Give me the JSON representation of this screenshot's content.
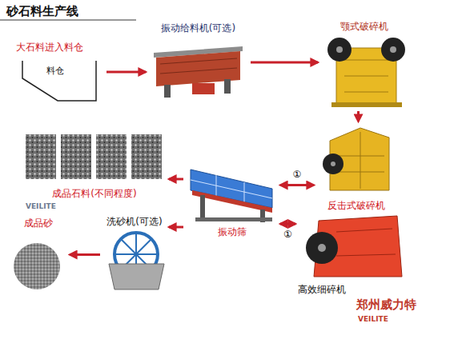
{
  "diagram": {
    "title": "砂石料生产线",
    "nodes": [
      {
        "text": [
          "大石料进入料仓",
          "料仓"
        ]
      },
      {
        "text": [
          "振动给料机(可选)"
        ]
      },
      {
        "text": [
          "颚式破碎机"
        ]
      },
      {
        "text": [
          "反击式破碎机"
        ]
      },
      {
        "text": [
          "振动筛"
        ]
      },
      {
        "text": [
          "高效细碎机"
        ]
      },
      {
        "text": [
          "成品石料(不同程度)"
        ]
      },
      {
        "text": [
          "洗砂机(可选)"
        ]
      },
      {
        "text": [
          "成品砂"
        ]
      }
    ],
    "edges": [
      {
        "from": 0,
        "to": 1,
        "arrow": "to"
      },
      {
        "from": 1,
        "to": 2,
        "arrow": "to"
      },
      {
        "from": 2,
        "to": 3,
        "arrow": "to"
      },
      {
        "from": 3,
        "to": 4,
        "arrow": "both",
        "label": "①"
      },
      {
        "from": 4,
        "to": 5,
        "arrow": "both",
        "label": "①"
      },
      {
        "from": 4,
        "to": 6,
        "arrow": "to"
      },
      {
        "from": 4,
        "to": 7,
        "arrow": "to"
      },
      {
        "from": 7,
        "to": 8,
        "arrow": "to"
      }
    ],
    "labels": [
      "郑州威力特",
      "VEILITE",
      "VEILITE"
    ]
  }
}
